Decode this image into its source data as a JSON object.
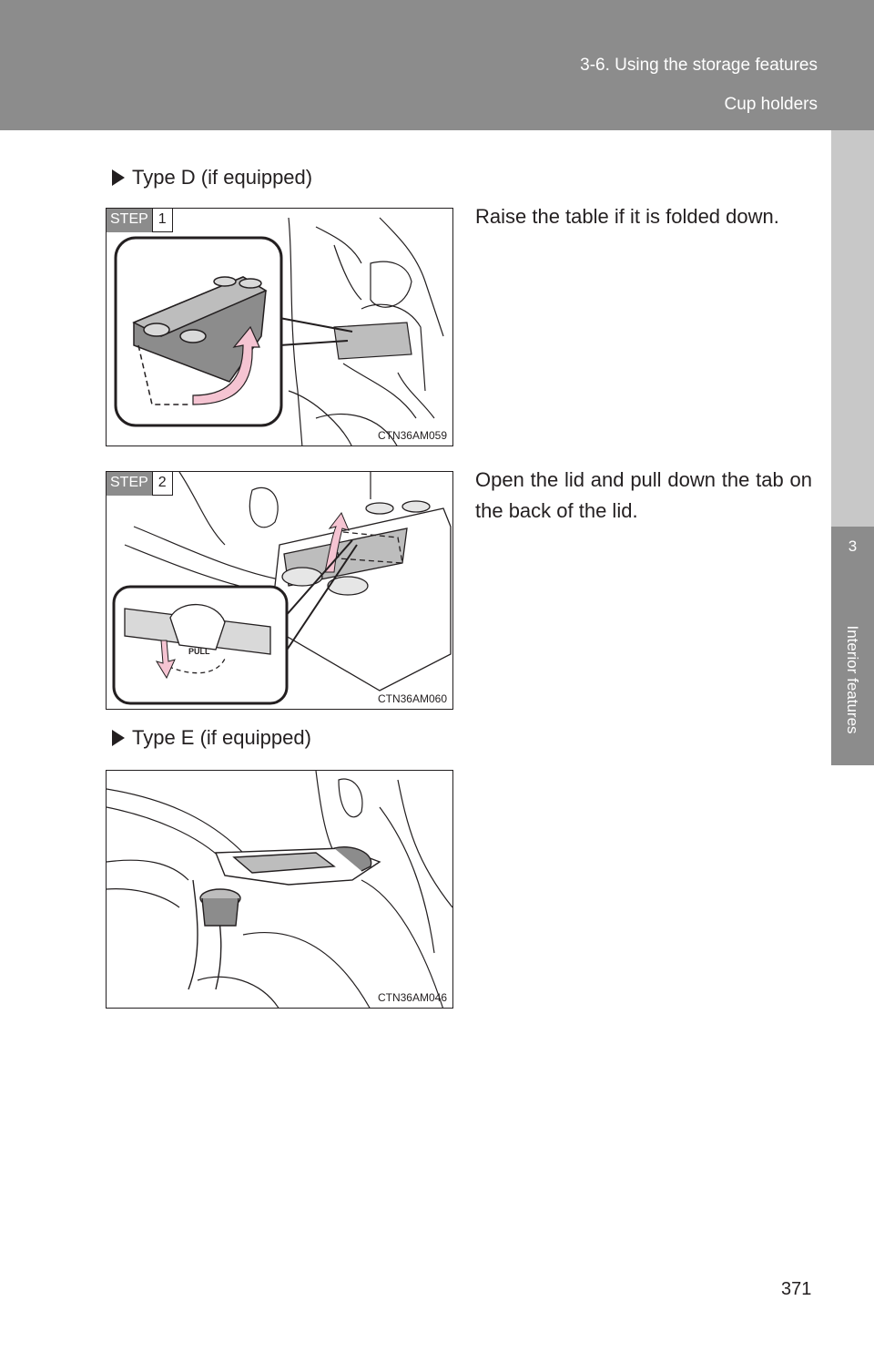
{
  "header": {
    "section": "3-6. Using the storage features",
    "subsection": "Cup holders"
  },
  "side_tab": {
    "chapter_number": "3",
    "chapter_title": "Interior features"
  },
  "content": {
    "type_d_heading": "Type D (if equipped)",
    "type_e_heading": "Type E (if equipped)",
    "steps": [
      {
        "step_word": "STEP",
        "step_number": "1",
        "text": "Raise the table if it is folded down.",
        "figure_code": "CTN36AM059"
      },
      {
        "step_word": "STEP",
        "step_number": "2",
        "text": "Open the lid and pull down the tab on the back of the lid.",
        "figure_code": "CTN36AM060",
        "callout_label": "PULL"
      }
    ],
    "type_e_figure_code": "CTN36AM046"
  },
  "colors": {
    "header_gray": "#8c8c8c",
    "tab_light_gray": "#c8c8c8",
    "arrow_pink": "#f5c4d2"
  },
  "page_number": "371"
}
